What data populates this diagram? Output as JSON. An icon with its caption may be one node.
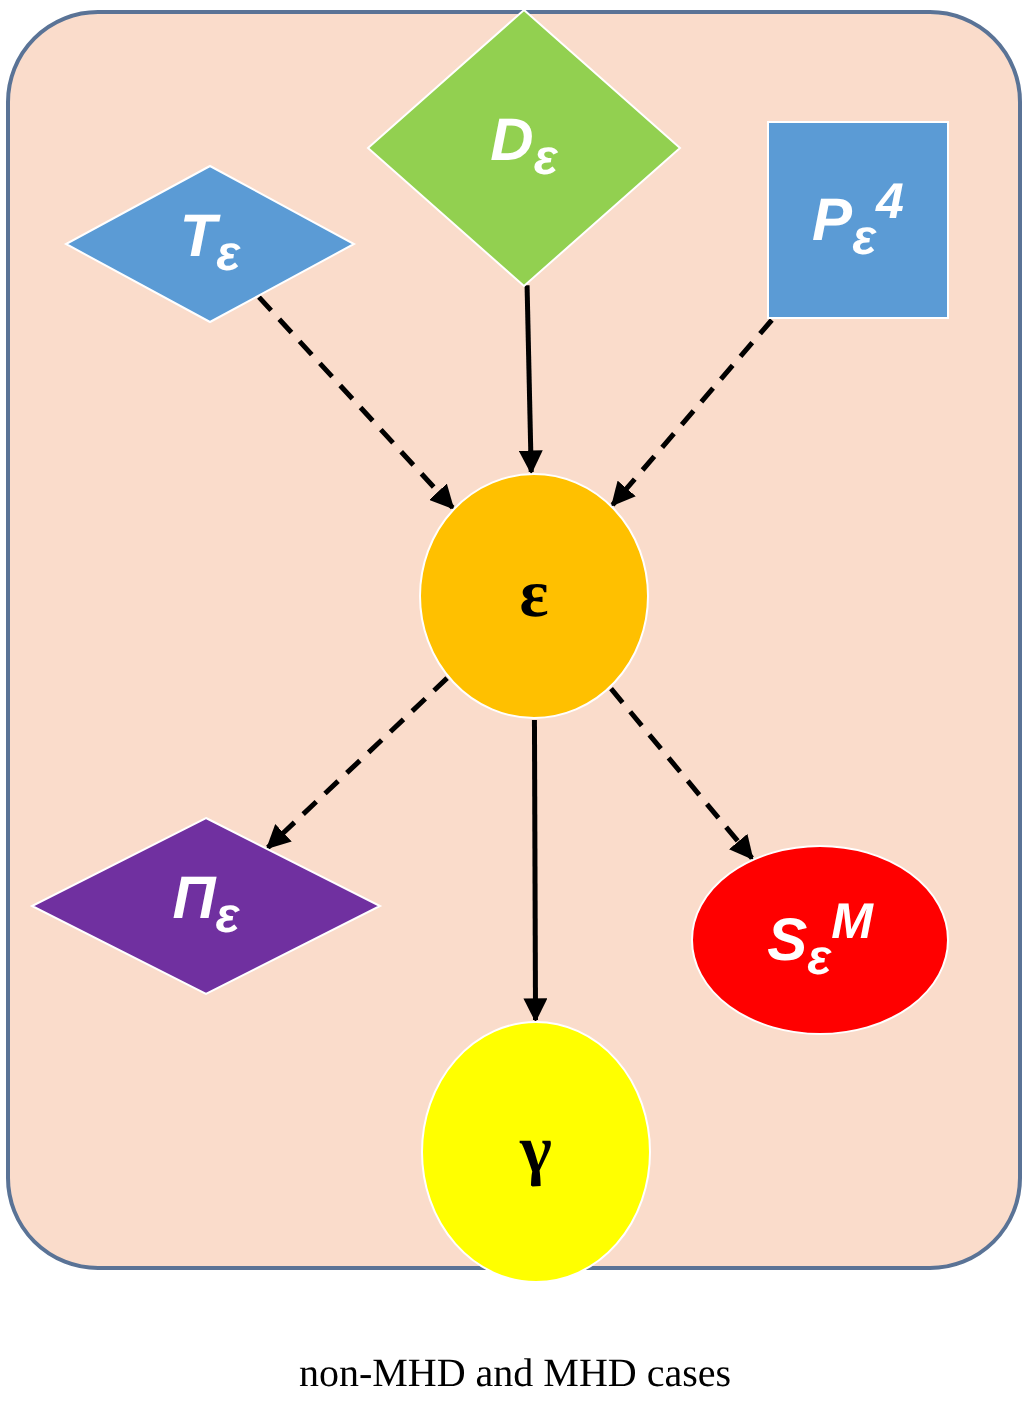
{
  "diagram": {
    "caption": "non-MHD and MHD cases",
    "nodes": [
      {
        "text": [
          "T$_{ε}$"
        ]
      },
      {
        "text": [
          "D$_{ε}$"
        ]
      },
      {
        "text": [
          "P$_{ε}$$^{4}$"
        ]
      },
      {
        "text": [
          "ε"
        ]
      },
      {
        "text": [
          "Π$_{ε}$"
        ]
      },
      {
        "text": [
          "γ"
        ]
      },
      {
        "text": [
          "S$_{ε}$$^{M}$"
        ]
      }
    ],
    "edges": [
      {
        "from": 0,
        "to": 3,
        "arrow": "to",
        "style": "dashed"
      },
      {
        "from": 1,
        "to": 3,
        "arrow": "to"
      },
      {
        "from": 2,
        "to": 3,
        "arrow": "to",
        "style": "dashed"
      },
      {
        "from": 3,
        "to": 4,
        "arrow": "to",
        "style": "dashed"
      },
      {
        "from": 3,
        "to": 5,
        "arrow": "to"
      },
      {
        "from": 3,
        "to": 6,
        "arrow": "to",
        "style": "dashed"
      }
    ]
  }
}
